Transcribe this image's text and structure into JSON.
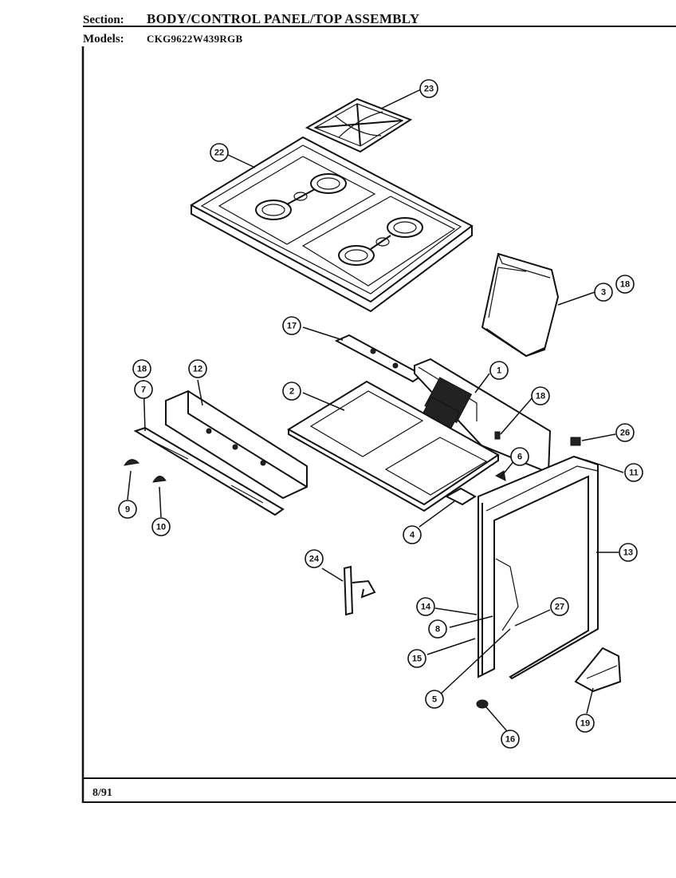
{
  "header": {
    "section_label": "Section:",
    "section_value": "BODY/CONTROL PANEL/TOP ASSEMBLY",
    "models_label": "Models:",
    "models_value": "CKG9622W439RGB"
  },
  "footer": {
    "date": "8/91"
  },
  "callouts": [
    {
      "id": "23",
      "label": "23"
    },
    {
      "id": "22",
      "label": "22"
    },
    {
      "id": "3",
      "label": "3"
    },
    {
      "id": "18a",
      "label": "18"
    },
    {
      "id": "17",
      "label": "17"
    },
    {
      "id": "18b",
      "label": "18"
    },
    {
      "id": "12",
      "label": "12"
    },
    {
      "id": "7",
      "label": "7"
    },
    {
      "id": "1",
      "label": "1"
    },
    {
      "id": "2",
      "label": "2"
    },
    {
      "id": "18c",
      "label": "18"
    },
    {
      "id": "26",
      "label": "26"
    },
    {
      "id": "6",
      "label": "6"
    },
    {
      "id": "11",
      "label": "11"
    },
    {
      "id": "9",
      "label": "9"
    },
    {
      "id": "10",
      "label": "10"
    },
    {
      "id": "4",
      "label": "4"
    },
    {
      "id": "13",
      "label": "13"
    },
    {
      "id": "24",
      "label": "24"
    },
    {
      "id": "14",
      "label": "14"
    },
    {
      "id": "27",
      "label": "27"
    },
    {
      "id": "8",
      "label": "8"
    },
    {
      "id": "15",
      "label": "15"
    },
    {
      "id": "5",
      "label": "5"
    },
    {
      "id": "19",
      "label": "19"
    },
    {
      "id": "16",
      "label": "16"
    }
  ]
}
